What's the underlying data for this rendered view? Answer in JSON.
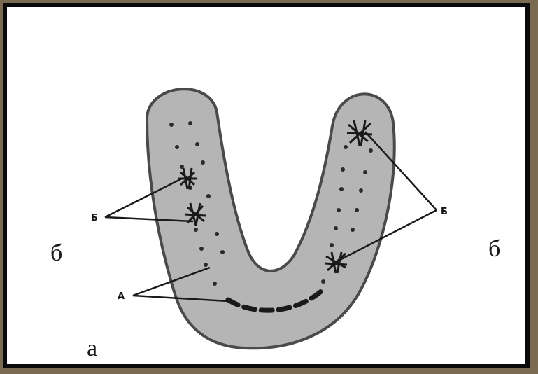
{
  "labels": {
    "letter_a_bottom": "а",
    "letter_b_left": "б",
    "letter_b_right": "б",
    "pointer_A": "А",
    "pointer_B_left": "Б",
    "pointer_B_right": "Б"
  },
  "colors": {
    "background": "#ffffff",
    "border": "#0a0a0a",
    "tissue_fill": "#b5b5b5",
    "tissue_outline": "#4a4a4a",
    "dots": "#2a2a2a"
  }
}
